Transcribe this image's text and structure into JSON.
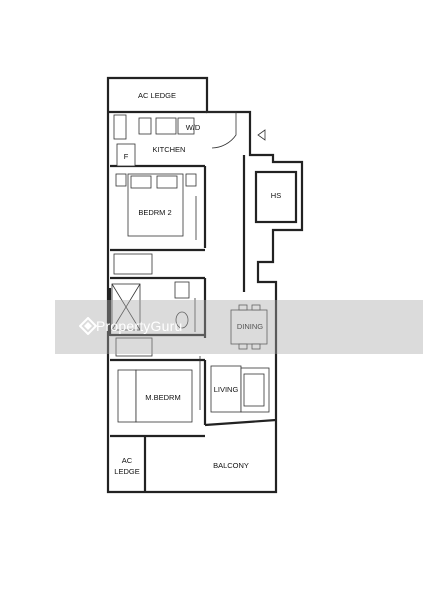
{
  "rooms": {
    "ac_ledge_top": "AC LEDGE",
    "kitchen": "KITCHEN",
    "washer_dryer": "W/D",
    "fridge": "F",
    "hs": "HS",
    "bedroom2": "BEDRM 2",
    "dining": "DINING",
    "master_bedroom": "M.BEDRM",
    "living": "LIVING",
    "ac_ledge_bottom_line1": "AC",
    "ac_ledge_bottom_line2": "LEDGE",
    "balcony": "BALCONY"
  },
  "watermark": {
    "text": "PropertyGuru",
    "icon": "propertyguru-logo-icon"
  },
  "colors": {
    "wall": "#222222",
    "watermark_band": "#aaaaaa"
  }
}
